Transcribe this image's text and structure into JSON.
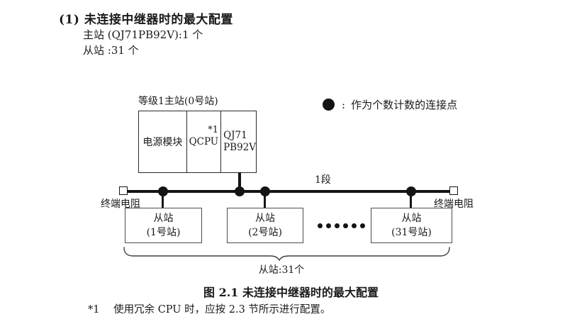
{
  "colors": {
    "ink": "#1a1a1a",
    "line": "#141414",
    "slave_box_border": "#4d4d4d"
  },
  "header": {
    "title": "(1) 未连接中继器时的最大配置",
    "master_count": "主站 (QJ71PB92V):1 个",
    "slave_count": "从站 :31 个"
  },
  "legend": {
    "separator": ":",
    "text": "作为个数计数的连接点"
  },
  "diagram": {
    "master_label": "等级1主站(0号站)",
    "power_module": "电源模块",
    "cpu": "QCPU",
    "cpu_note_ref": "*1",
    "pb_line1": "QJ71",
    "pb_line2": "PB92V",
    "segment_label": "1段",
    "terminator_left": "终端电阻",
    "terminator_right": "终端电阻",
    "slaves": [
      {
        "name": "从站",
        "station": "(1号站)"
      },
      {
        "name": "从站",
        "station": "(2号站)"
      },
      {
        "name": "从站",
        "station": "(31号站)"
      }
    ],
    "ellipsis_dot_count": 6,
    "brace_label": "从站:31个"
  },
  "caption": "图 2.1 未连接中继器时的最大配置",
  "footnote": {
    "ref": "*1",
    "text": "使用冗余 CPU 时，应按 2.3 节所示进行配置。"
  }
}
